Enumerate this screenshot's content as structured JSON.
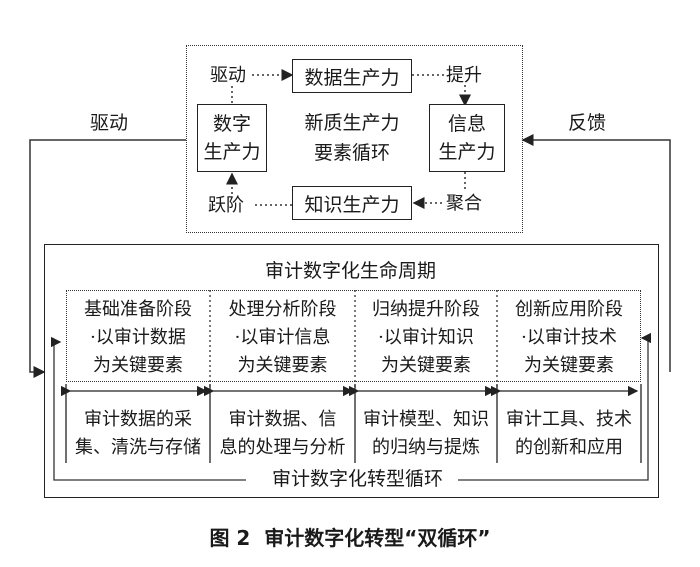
{
  "top_cycle": {
    "center_label_line1": "新质生产力",
    "center_label_line2": "要素循环",
    "data_productivity": "数据生产力",
    "digital_line1": "数字",
    "digital_line2": "生产力",
    "info_line1": "信息",
    "info_line2": "生产力",
    "knowledge_productivity": "知识生产力",
    "arrow_drive": "驱动",
    "arrow_improve": "提升",
    "arrow_aggregate": "聚合",
    "arrow_leap": "跃阶"
  },
  "outer_left_label": "驱动",
  "outer_right_label": "反馈",
  "lifecycle": {
    "title": "审计数字化生命周期",
    "stages": [
      {
        "name": "基础准备阶段",
        "line2": "·以审计数据",
        "line3": "为关键要素",
        "desc1": "审计数据的采",
        "desc2": "集、清洗与存储"
      },
      {
        "name": "处理分析阶段",
        "line2": "·以审计信息",
        "line3": "为关键要素",
        "desc1": "审计数据、信",
        "desc2": "息的处理与分析"
      },
      {
        "name": "归纳提升阶段",
        "line2": "·以审计知识",
        "line3": "为关键要素",
        "desc1": "审计模型、知识",
        "desc2": "的归纳与提炼"
      },
      {
        "name": "创新应用阶段",
        "line2": "·以审计技术",
        "line3": "为关键要素",
        "desc1": "审计工具、技术",
        "desc2": "的创新和应用"
      }
    ],
    "bottom_label": "审计数字化转型循环"
  },
  "caption": "图 2  审计数字化转型“双循环”"
}
